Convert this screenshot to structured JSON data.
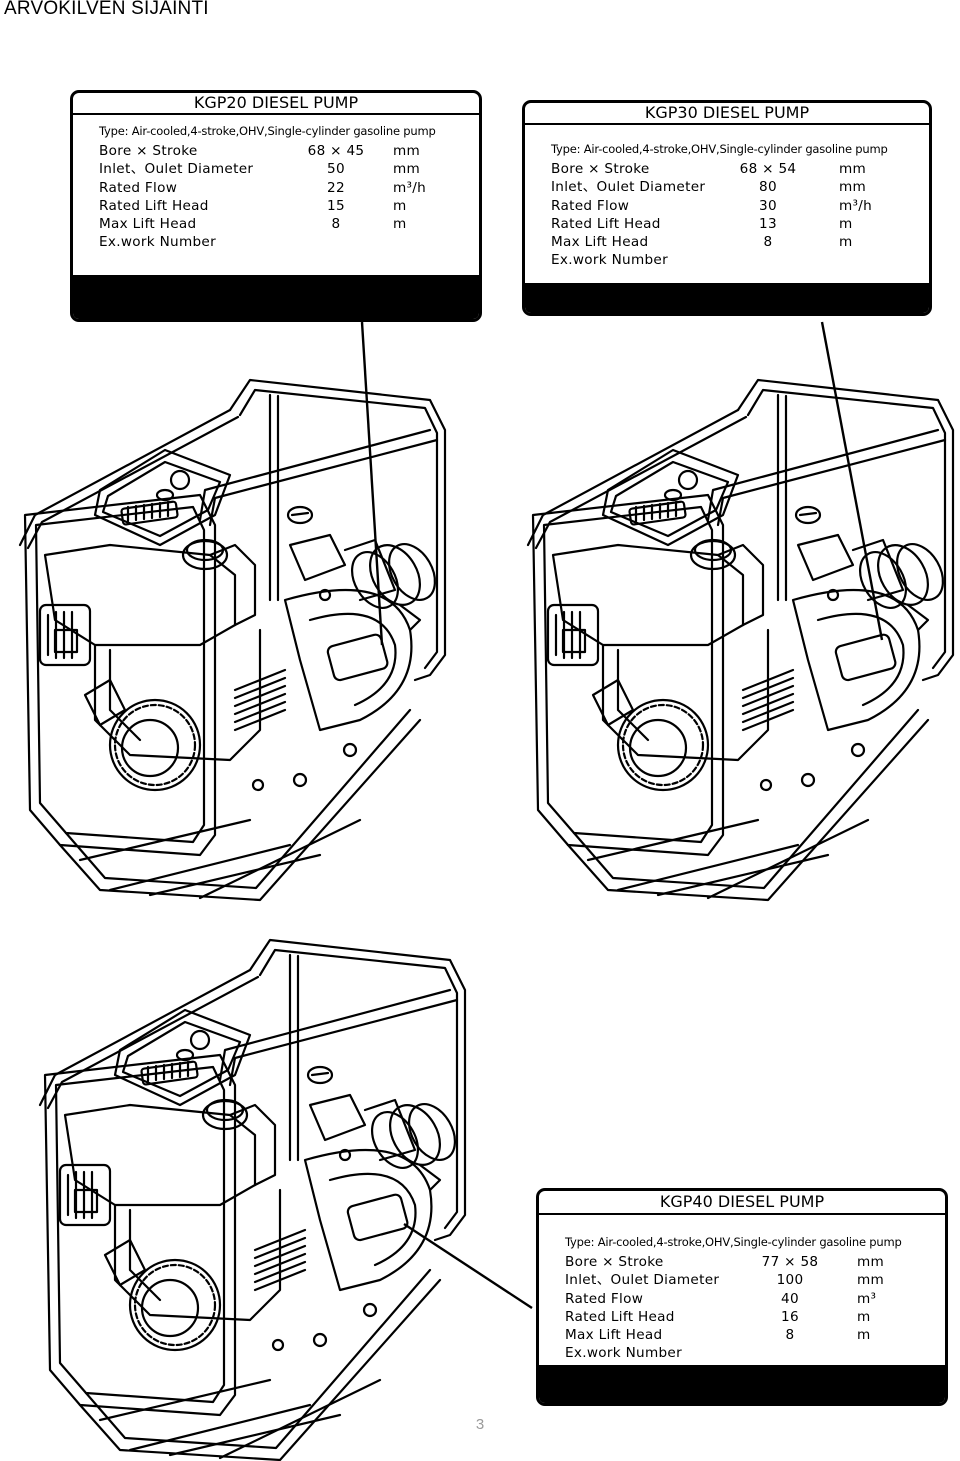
{
  "page": {
    "heading": "ARVOKILVEN SIJAINTI",
    "page_number": "3"
  },
  "spec_labels": {
    "bore_stroke": "Bore × Stroke",
    "inlet_outlet": "Inlet、Oulet Diameter",
    "rated_flow": "Rated Flow",
    "rated_lift": "Rated Lift Head",
    "max_lift": "Max Lift Head",
    "ex_work": "Ex.work Number"
  },
  "plates": [
    {
      "title": "KGP20 DIESEL PUMP",
      "type": "Type: Air-cooled,4-stroke,OHV,Single-cylinder gasoline pump",
      "bore_stroke": {
        "value": "68 × 45",
        "unit": "mm"
      },
      "inlet_outlet": {
        "value": "50",
        "unit": "mm"
      },
      "rated_flow": {
        "value": "22",
        "unit": "m³/h"
      },
      "rated_lift": {
        "value": "15",
        "unit": "m"
      },
      "max_lift": {
        "value": "8",
        "unit": "m"
      }
    },
    {
      "title": "KGP30 DIESEL PUMP",
      "type": "Type: Air-cooled,4-stroke,OHV,Single-cylinder gasoline pump",
      "bore_stroke": {
        "value": "68 × 54",
        "unit": "mm"
      },
      "inlet_outlet": {
        "value": "80",
        "unit": "mm"
      },
      "rated_flow": {
        "value": "30",
        "unit": "m³/h"
      },
      "rated_lift": {
        "value": "13",
        "unit": "m"
      },
      "max_lift": {
        "value": "8",
        "unit": "m"
      }
    },
    {
      "title": "KGP40 DIESEL PUMP",
      "type": "Type: Air-cooled,4-stroke,OHV,Single-cylinder gasoline pump",
      "bore_stroke": {
        "value": "77 × 58",
        "unit": "mm"
      },
      "inlet_outlet": {
        "value": "100",
        "unit": "mm"
      },
      "rated_flow": {
        "value": "40",
        "unit": "m³"
      },
      "rated_lift": {
        "value": "16",
        "unit": "m"
      },
      "max_lift": {
        "value": "8",
        "unit": "m"
      }
    }
  ]
}
